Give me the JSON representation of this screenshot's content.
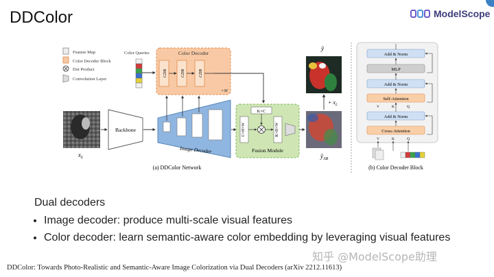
{
  "slide": {
    "title": "DDColor",
    "logo_text": "ModelScope"
  },
  "diagram": {
    "legend": {
      "feature_map": "Feature Map",
      "color_decoder_block": "Color Decoder Block",
      "dot_product": "Dot Product",
      "convolution_layer": "Convolution Layer"
    },
    "color_queries": "Color Queries",
    "color_decoder": "Color Decoder",
    "cdb": "CDB",
    "times_m": "×M",
    "backbone": "Backbone",
    "image_decoder": "Image Decoder",
    "kxc": "K×C",
    "cxhxw": "C×H×W",
    "kxhxw": "K×H×W",
    "fusion_module": "Fusion Module",
    "input_label": "x",
    "input_sub": "L",
    "output_label": "ŷ",
    "plus_xl": "+ x",
    "plus_xl_sub": "L",
    "ab_label": "ŷ",
    "ab_sub": "AB",
    "caption_a": "(a) DDColor Network",
    "caption_b": "(b) Color Decoder Block",
    "block": {
      "add_norm": "Add & Norm",
      "mlp": "MLP",
      "self_attention": "Self-Attention",
      "cross_attention": "Cross-Attention",
      "v": "V",
      "k": "K",
      "q": "Q"
    }
  },
  "content": {
    "lead": "Dual decoders",
    "bullets": [
      "Image decoder: produce multi-scale visual features",
      "Color decoder: learn semantic-aware color embedding by leveraging visual features"
    ]
  },
  "footnote": "DDColor: Towards Photo-Realistic and Semantic-Aware Image Colorization via Dual Decoders (arXiv 2212.11613)",
  "watermark": "知乎 @ModelScope助理",
  "colors": {
    "decoder_fill": "#f8c9a4",
    "decoder_stroke": "#e08a4a",
    "fusion_fill": "#cfe6b4",
    "fusion_stroke": "#7eb55a",
    "image_decoder_fill": "#8fb6e0",
    "block_blue": "#cfe0f4",
    "block_orange": "#f9cfa8",
    "block_gray": "#cfcfcf"
  }
}
